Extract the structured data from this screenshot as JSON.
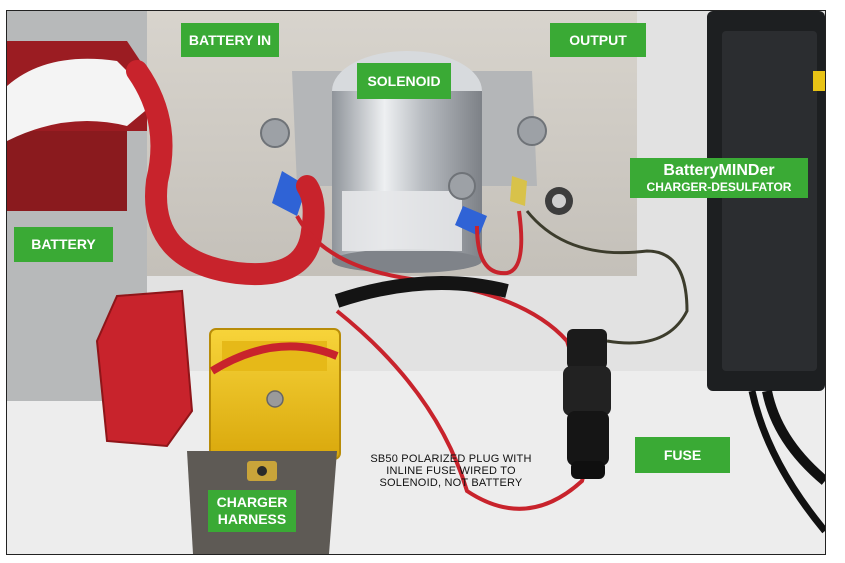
{
  "callouts": {
    "battery_in": "BATTERY IN",
    "output": "OUTPUT",
    "solenoid": "SOLENOID",
    "batteryminder_title": "BatteryMINDer",
    "batteryminder_sub": "CHARGER-DESULFATOR",
    "battery": "BATTERY",
    "fuse": "FUSE",
    "charger_line1": "CHARGER",
    "charger_line2": "HARNESS"
  },
  "note": {
    "line1": "SB50 POLARIZED PLUG WITH",
    "line2": "INLINE FUSE WIRED TO",
    "line3": "SOLENOID, NOT BATTERY"
  },
  "colors": {
    "callout_green": "#3aaa35",
    "wire_red": "#c8232c",
    "connector_yellow": "#f2c511",
    "solenoid_silver": "#c9cdd2"
  }
}
